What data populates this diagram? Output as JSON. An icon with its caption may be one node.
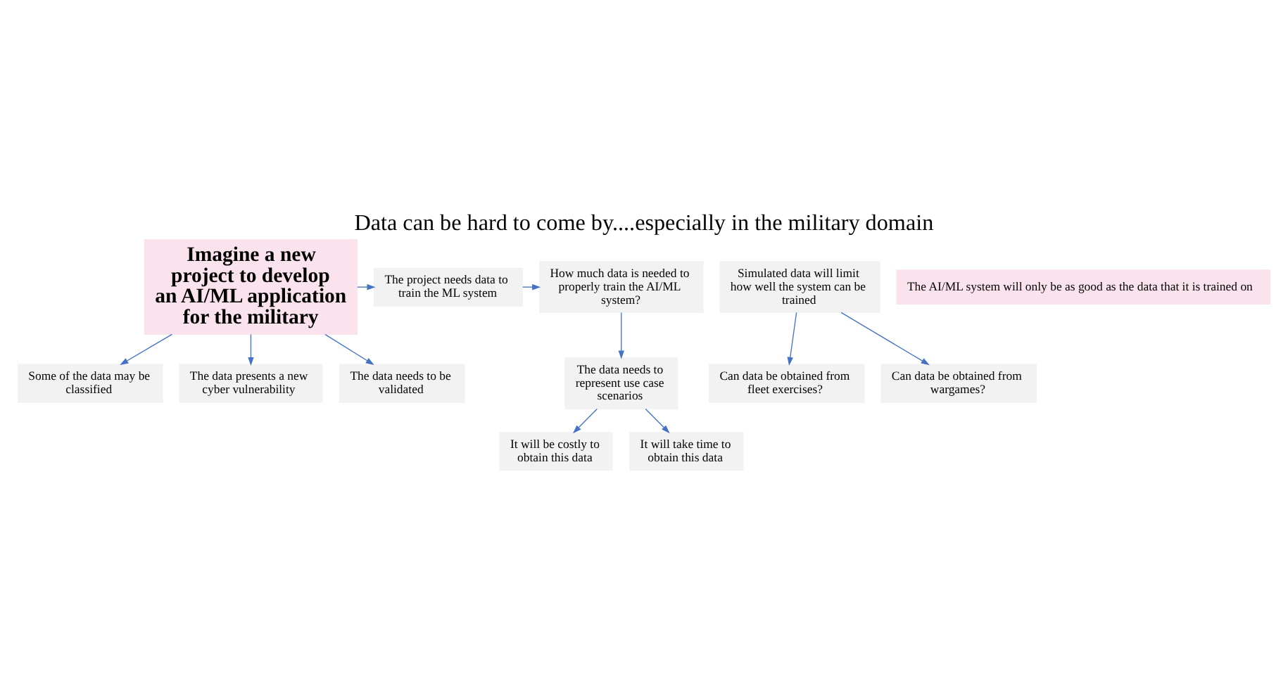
{
  "diagram": {
    "title": "Data can be hard to come by....especially in the military domain",
    "nodes": [
      {
        "text": [
          "Imagine a new project to develop an AI/ML application for the military"
        ]
      },
      {
        "text": [
          "The project needs data to train the ML system"
        ]
      },
      {
        "text": [
          "How much data is needed to properly train the AI/ML system?"
        ]
      },
      {
        "text": [
          "The data needs to represent use case scenarios"
        ]
      },
      {
        "text": [
          "Some of the data may be classified"
        ]
      },
      {
        "text": [
          "The data presents a new cyber vulnerability"
        ]
      },
      {
        "text": [
          "The data needs to be validated"
        ]
      },
      {
        "text": [
          "It will be costly to obtain this data"
        ]
      },
      {
        "text": [
          "It will take time to obtain this data"
        ]
      },
      {
        "text": [
          "Simulated data will limit how well the system can be trained"
        ]
      },
      {
        "text": [
          "Can data be obtained from fleet exercises?"
        ]
      },
      {
        "text": [
          "Can data be obtained from wargames?"
        ]
      },
      {
        "text": [
          "The AI/ML system will only be as good as the data that it is trained on"
        ]
      }
    ],
    "edges": [
      {
        "from": 0,
        "to": 1,
        "arrow": "to"
      },
      {
        "from": 1,
        "to": 2,
        "arrow": "to"
      },
      {
        "from": 2,
        "to": 3,
        "arrow": "to"
      },
      {
        "from": 0,
        "to": 4,
        "arrow": "to"
      },
      {
        "from": 0,
        "to": 5,
        "arrow": "to"
      },
      {
        "from": 0,
        "to": 6,
        "arrow": "to"
      },
      {
        "from": 3,
        "to": 7,
        "arrow": "to"
      },
      {
        "from": 3,
        "to": 8,
        "arrow": "to"
      },
      {
        "from": 9,
        "to": 10,
        "arrow": "to"
      },
      {
        "from": 9,
        "to": 11,
        "arrow": "to"
      }
    ]
  }
}
